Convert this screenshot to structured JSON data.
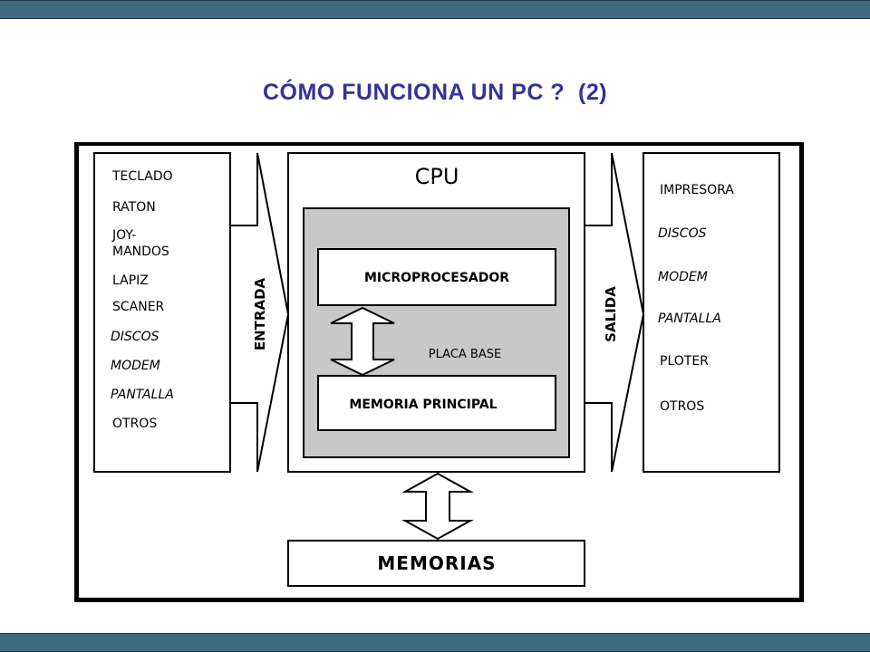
{
  "title": "CÓMO FUNCIONA UN PC ?  (2)",
  "colors": {
    "title": "#333399",
    "bars": "#3f6a7f",
    "placa_base_fill": "#c8c8c8",
    "frame": "#000000"
  },
  "diagram": {
    "input_devices": [
      "TECLADO",
      "RATON",
      "JOY-",
      "MANDOS",
      "LAPIZ",
      "SCANER",
      "DISCOS",
      "MODEM",
      "PANTALLA",
      "OTROS"
    ],
    "entrada_label": "ENTRADA",
    "cpu_label": "CPU",
    "microprocesador_label": "MICROPROCESADOR",
    "placa_base_label": "PLACA BASE",
    "memoria_principal_label": "MEMORIA PRINCIPAL",
    "salida_label": "SALIDA",
    "output_devices": [
      "IMPRESORA",
      "DISCOS",
      "MODEM",
      "PANTALLA",
      "PLOTER",
      "OTROS"
    ],
    "memorias_label": "MEMORIAS"
  }
}
